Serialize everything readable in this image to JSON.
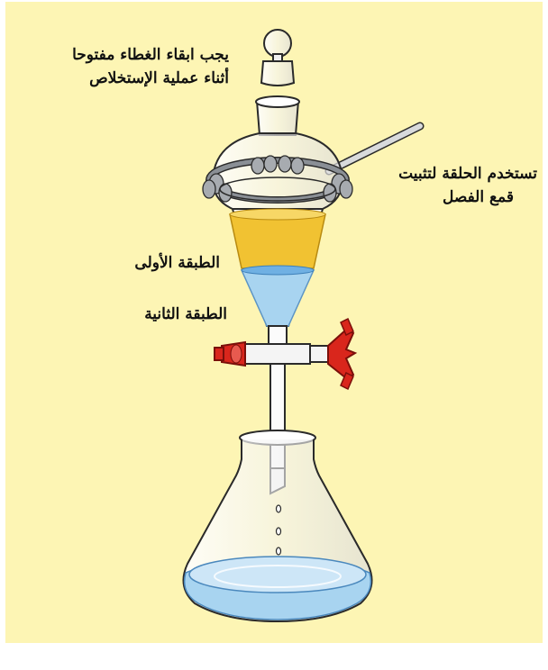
{
  "colors": {
    "background": "#fdf5b4",
    "layer_top": "#f1c232",
    "layer_bottom": "#a8d4f0",
    "stopcock": "#d9261c",
    "glass_outline": "#2a2a2a",
    "ring": "#8a8f95"
  },
  "labels": {
    "stopper_note_line1": "يجب ابقاء الغطاء مفتوحا",
    "stopper_note_line2": "أثناء عملية الإستخلاص",
    "ring_note_line1": "تستخدم الحلقة لتثبيت",
    "ring_note_line2": "قمع الفصل",
    "first_layer": "الطبقة الأولى",
    "second_layer": "الطبقة الثانية"
  },
  "icons": {
    "stopper": "glass-stopper-icon",
    "funnel": "separatory-funnel-icon",
    "ring": "support-ring-icon",
    "stopcock": "stopcock-valve-icon",
    "flask": "erlenmeyer-flask-icon"
  }
}
